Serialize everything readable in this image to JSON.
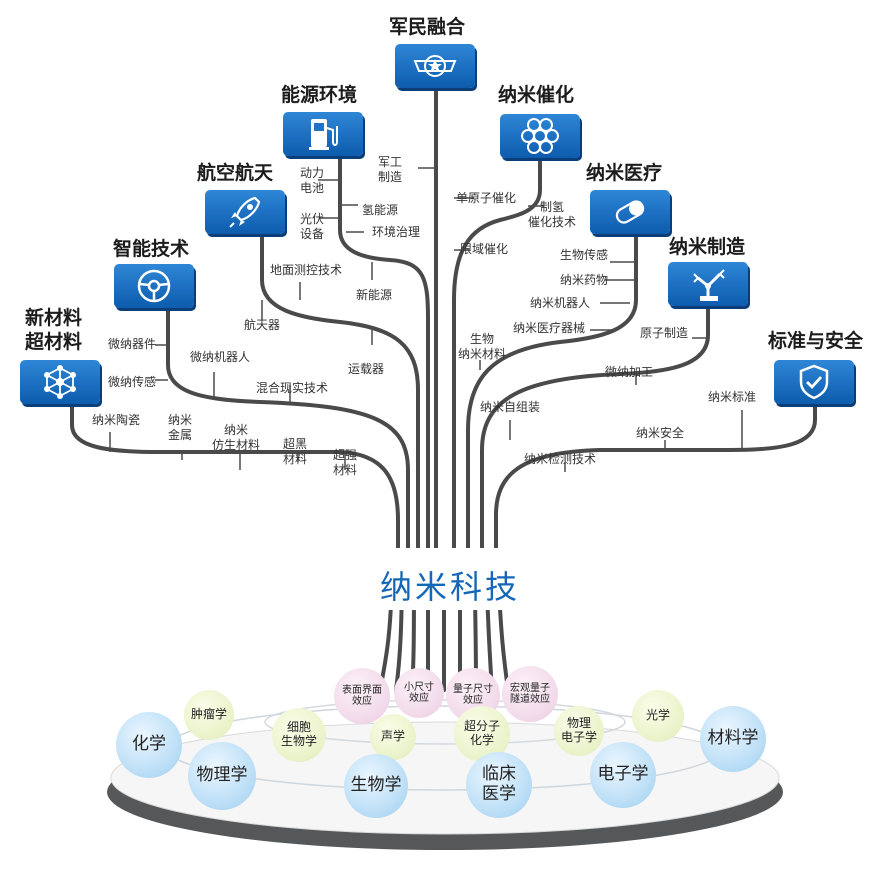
{
  "categories": {
    "military": {
      "title": "军民融合",
      "icon": "shield-star-icon"
    },
    "energy": {
      "title": "能源环境",
      "icon": "fuel-pump-icon"
    },
    "catalysis": {
      "title": "纳米催化",
      "icon": "hexagon-lattice-icon"
    },
    "aerospace": {
      "title": "航空航天",
      "icon": "rocket-icon"
    },
    "medical": {
      "title": "纳米医疗",
      "icon": "capsule-icon"
    },
    "smart": {
      "title": "智能技术",
      "icon": "steering-wheel-icon"
    },
    "manufacturing": {
      "title": "纳米制造",
      "icon": "robot-arm-icon"
    },
    "materials": {
      "title_line1": "新材料",
      "title_line2": "超材料",
      "icon": "molecule-icon"
    },
    "standards": {
      "title": "标准与安全",
      "icon": "shield-check-icon"
    }
  },
  "labels": {
    "military_mfg": "军工\n制造",
    "battery": "动力\n电池",
    "hydrogen": "氢能源",
    "pv": "光伏\n设备",
    "env": "环境治理",
    "ground": "地面测控技术",
    "newenergy": "新能源",
    "spacecraft": "航天器",
    "carrier": "运载器",
    "single_atom": "单原子催化",
    "h2_cat": "制氢\n催化技术",
    "confined": "限域催化",
    "biosensor": "生物传感",
    "nanodrug": "纳米药物",
    "nanorobot": "纳米机器人",
    "medical_device": "纳米医疗器械",
    "bio_nano": "生物\n纳米材料",
    "micro_device": "微纳器件",
    "micro_robot": "微纳机器人",
    "micro_sense": "微纳传感",
    "mixed_reality": "混合现实技术",
    "ceramic": "纳米陶瓷",
    "metal": "纳米\n金属",
    "bionic": "纳米\n仿生材料",
    "superblack": "超黑\n材料",
    "superstrong": "超强\n材料",
    "atomic_mfg": "原子制造",
    "micro_machining": "微纳加工",
    "self_assembly": "纳米自组装",
    "nano_standard": "纳米标准",
    "nano_safety": "纳米安全",
    "nano_detect": "纳米检测技术"
  },
  "center": {
    "title": "纳米科技"
  },
  "foundation": {
    "effects": [
      "表面界面\n效应",
      "小尺寸\n效应",
      "量子尺寸\n效应",
      "宏观量子\n隧道效应"
    ],
    "disciplines_small": [
      "肿瘤学",
      "细胞\n生物学",
      "声学",
      "超分子\n化学",
      "物理\n电子学",
      "光学"
    ],
    "disciplines_big": [
      "化学",
      "物理学",
      "生物学",
      "临床\n医学",
      "电子学",
      "材料学"
    ]
  },
  "colors": {
    "accent": "#1467b8",
    "box": "#1f74c8",
    "wire": "#4a4a4a",
    "base": "#505254"
  }
}
